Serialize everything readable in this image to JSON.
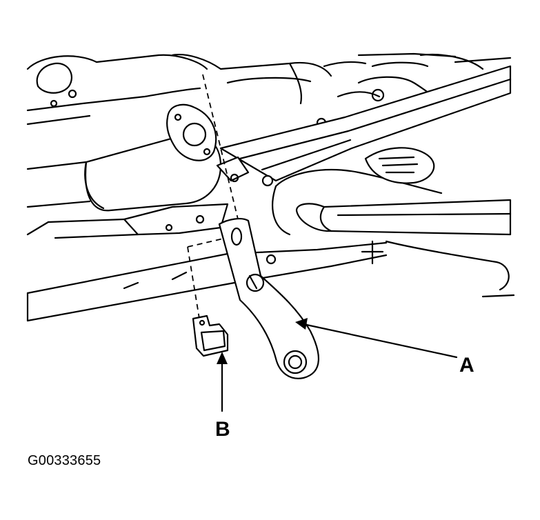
{
  "callouts": {
    "a": {
      "label": "A"
    },
    "b": {
      "label": "B"
    }
  },
  "figure": {
    "code": "G00333655"
  }
}
